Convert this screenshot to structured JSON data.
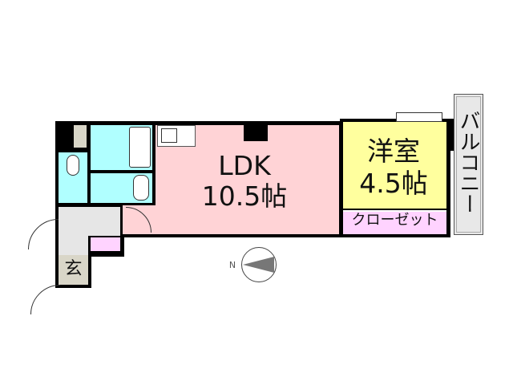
{
  "rooms": {
    "ldk": {
      "name": "LDK",
      "size": "10.5帖"
    },
    "western": {
      "name": "洋室",
      "size": "4.5帖"
    },
    "closet": {
      "name": "クローゼット"
    },
    "balcony": {
      "name": "バルコニー"
    },
    "entrance": {
      "name": "玄"
    }
  },
  "compass": {
    "label": "N"
  },
  "colors": {
    "ldk": "#ffd3d6",
    "western": "#ffff9e",
    "closet": "#ffd3ff",
    "wet": "#b0ffff",
    "hall": "#e6e6e6",
    "entrance": "#d9d6c8",
    "balcony": "#e8e8e8"
  }
}
